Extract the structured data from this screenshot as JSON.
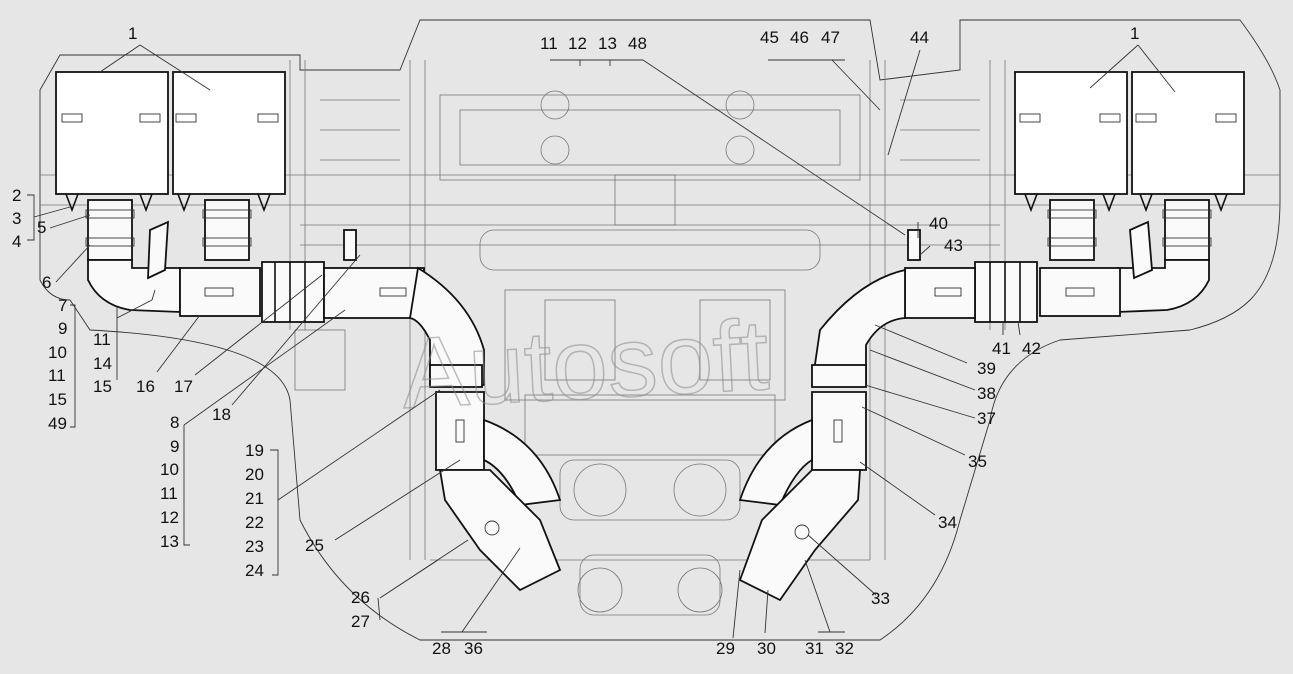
{
  "callouts": [
    {
      "id": "c1a",
      "text": "1"
    },
    {
      "id": "c1b",
      "text": "1"
    },
    {
      "id": "c2",
      "text": "2"
    },
    {
      "id": "c3",
      "text": "3"
    },
    {
      "id": "c4",
      "text": "4"
    },
    {
      "id": "c5",
      "text": "5"
    },
    {
      "id": "c6",
      "text": "6"
    },
    {
      "id": "c7",
      "text": "7"
    },
    {
      "id": "c9a",
      "text": "9"
    },
    {
      "id": "c10a",
      "text": "10"
    },
    {
      "id": "c11a",
      "text": "11"
    },
    {
      "id": "c15a",
      "text": "15"
    },
    {
      "id": "c49",
      "text": "49"
    },
    {
      "id": "c11b",
      "text": "11"
    },
    {
      "id": "c14",
      "text": "14"
    },
    {
      "id": "c15b",
      "text": "15"
    },
    {
      "id": "c16",
      "text": "16"
    },
    {
      "id": "c17",
      "text": "17"
    },
    {
      "id": "c18",
      "text": "18"
    },
    {
      "id": "c8",
      "text": "8"
    },
    {
      "id": "c9b",
      "text": "9"
    },
    {
      "id": "c10b",
      "text": "10"
    },
    {
      "id": "c11c",
      "text": "11"
    },
    {
      "id": "c12a",
      "text": "12"
    },
    {
      "id": "c13a",
      "text": "13"
    },
    {
      "id": "c19",
      "text": "19"
    },
    {
      "id": "c20",
      "text": "20"
    },
    {
      "id": "c21",
      "text": "21"
    },
    {
      "id": "c22",
      "text": "22"
    },
    {
      "id": "c23",
      "text": "23"
    },
    {
      "id": "c24",
      "text": "24"
    },
    {
      "id": "c25",
      "text": "25"
    },
    {
      "id": "c26",
      "text": "26"
    },
    {
      "id": "c27",
      "text": "27"
    },
    {
      "id": "c28",
      "text": "28"
    },
    {
      "id": "c36",
      "text": "36"
    },
    {
      "id": "c29",
      "text": "29"
    },
    {
      "id": "c30",
      "text": "30"
    },
    {
      "id": "c31",
      "text": "31"
    },
    {
      "id": "c32",
      "text": "32"
    },
    {
      "id": "c33",
      "text": "33"
    },
    {
      "id": "c34",
      "text": "34"
    },
    {
      "id": "c35",
      "text": "35"
    },
    {
      "id": "c37",
      "text": "37"
    },
    {
      "id": "c38",
      "text": "38"
    },
    {
      "id": "c39",
      "text": "39"
    },
    {
      "id": "c41",
      "text": "41"
    },
    {
      "id": "c42",
      "text": "42"
    },
    {
      "id": "c40",
      "text": "40"
    },
    {
      "id": "c43",
      "text": "43"
    },
    {
      "id": "c44",
      "text": "44"
    },
    {
      "id": "c45",
      "text": "45"
    },
    {
      "id": "c46",
      "text": "46"
    },
    {
      "id": "c47",
      "text": "47"
    },
    {
      "id": "c11d",
      "text": "11"
    },
    {
      "id": "c12b",
      "text": "12"
    },
    {
      "id": "c13b",
      "text": "13"
    },
    {
      "id": "c48",
      "text": "48"
    }
  ],
  "watermark": "Autosoft"
}
